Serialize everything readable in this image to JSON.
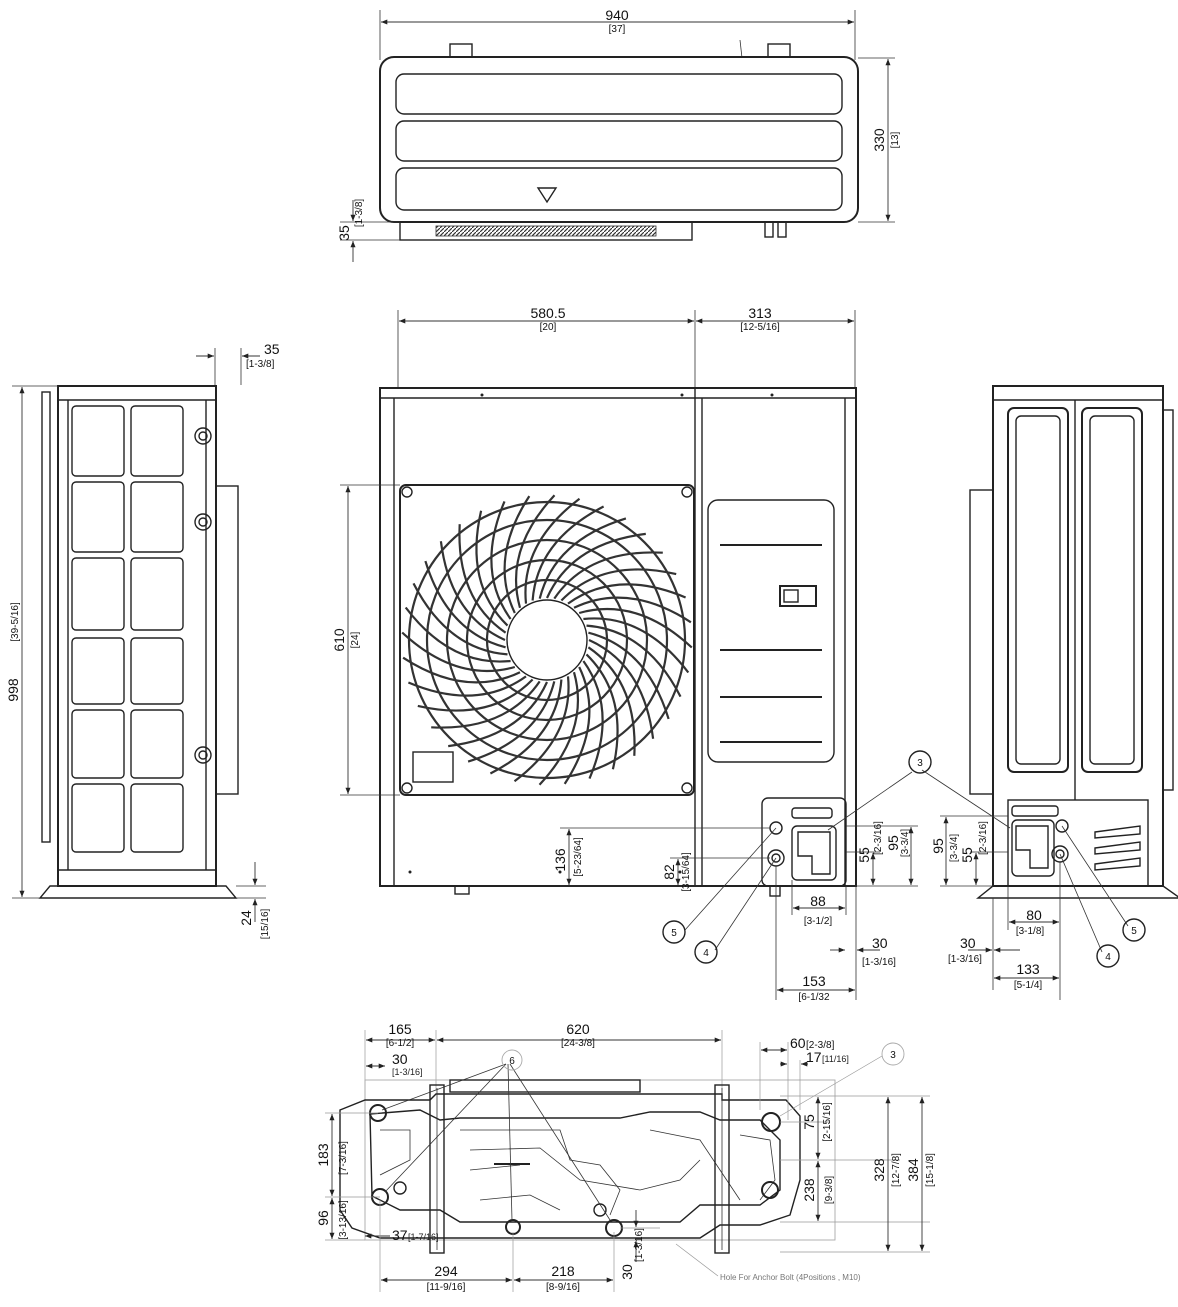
{
  "top_view": {
    "width": "940",
    "width_in": "[37]",
    "depth": "330",
    "depth_in": "[13]",
    "base_offset": "35",
    "base_offset_in": "[1-3/8]"
  },
  "side_left": {
    "height": "998",
    "height_in": "[39-5/16]",
    "top_offset": "35",
    "top_offset_in": "[1-3/8]",
    "foot": "24",
    "foot_in": "[15/16]"
  },
  "front_view": {
    "left_width": "580.5",
    "left_width_in": "[20]",
    "right_width": "313",
    "right_width_in": "[12-5/16]",
    "fan_height": "610",
    "fan_height_in": "[24]",
    "port_height_136": "136",
    "port_height_136_in": "[5-23/64]",
    "port_height_82": "82",
    "port_height_82_in": "[3-15/64]",
    "port_55": "55",
    "port_55_in": "[2-3/16]",
    "port_95": "95",
    "port_95_in": "[3-3/4]",
    "port_88": "88",
    "port_88_in": "[3-1/2]",
    "port_30": "30",
    "port_30_in": "[1-3/16]",
    "port_153": "153",
    "port_153_in": "[6-1/32"
  },
  "side_right": {
    "port_95": "95",
    "port_95_in": "[3-3/4]",
    "port_55": "55",
    "port_55_in": "[2-3/16]",
    "port_80": "80",
    "port_80_in": "[3-1/8]",
    "port_30": "30",
    "port_30_in": "[1-3/16]",
    "port_133": "133",
    "port_133_in": "[5-1/4]"
  },
  "bottom_view": {
    "d165": "165",
    "d165_in": "[6-1/2]",
    "d620": "620",
    "d620_in": "[24-3/8]",
    "d30": "30",
    "d30_in": "[1-3/16]",
    "d60": "60",
    "d60_in": "[2-3/8]",
    "d17": "17",
    "d17_in": "[11/16]",
    "d183": "183",
    "d183_in": "[7-3/16]",
    "d96": "96",
    "d96_in": "[3-13/16]",
    "d37": "37",
    "d37_in": "[1-7/16]",
    "d294": "294",
    "d294_in": "[11-9/16]",
    "d218": "218",
    "d218_in": "[8-9/16]",
    "d30b": "30",
    "d30b_in": "[1-3/16]",
    "d75": "75",
    "d75_in": "[2-15/16]",
    "d238": "238",
    "d238_in": "[9-3/8]",
    "d328": "328",
    "d328_in": "[12-7/8]",
    "d384": "384",
    "d384_in": "[15-1/8]",
    "anchor_note": "Hole For Anchor Bolt (4Positions , M10)"
  },
  "callouts": {
    "c3": "3",
    "c4": "4",
    "c5": "5",
    "c6": "6"
  }
}
